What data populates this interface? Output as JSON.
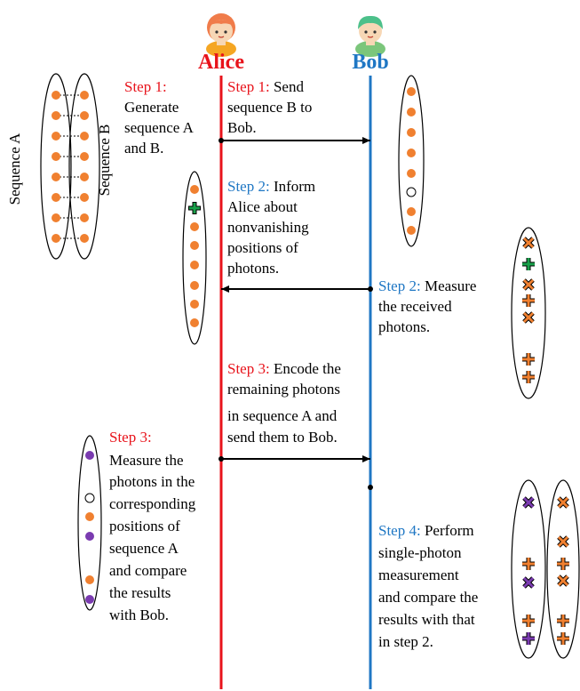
{
  "actors": {
    "alice": {
      "name": "Alice",
      "color": "#e8131b"
    },
    "bob": {
      "name": "Bob",
      "color": "#1f77c4"
    }
  },
  "sequences": {
    "label_a": "Sequence A",
    "label_b": "Sequence B"
  },
  "steps": {
    "alice_step1": {
      "head": "Step 1:",
      "lines": [
        "Generate",
        "sequence A",
        "and B."
      ]
    },
    "bob_side_step1": {
      "head": "Step 1:",
      "lines": [
        " Send",
        "sequence B to",
        "Bob."
      ]
    },
    "bob_step2_inform": {
      "head": "Step 2:",
      "lines": [
        " Inform",
        "Alice about",
        "nonvanishing",
        "positions of",
        "photons."
      ]
    },
    "bob_step2_measure": {
      "head": "Step 2:",
      "lines": [
        " Measure",
        "the received",
        "photons."
      ]
    },
    "alice_step3_encode": {
      "head": "Step 3:",
      "lines": [
        " Encode the",
        "remaining photons",
        "in sequence A and",
        "send them to Bob."
      ]
    },
    "alice_step3_measure": {
      "head": "Step 3:",
      "lines": [
        "Measure the",
        "photons in the",
        "corresponding",
        "positions of",
        "sequence A",
        "and compare",
        "the results",
        "with Bob."
      ]
    },
    "bob_step4": {
      "head": "Step 4:",
      "lines": [
        " Perform",
        "single-photon",
        "measurement",
        "and compare the",
        "results with that",
        "in step 2."
      ]
    }
  },
  "colors": {
    "photon": "#f08030",
    "green": "#19a04a",
    "purple": "#7a3bb0",
    "alice_line": "#e8131b",
    "bob_line": "#1f77c4",
    "arrow": "#000000"
  }
}
